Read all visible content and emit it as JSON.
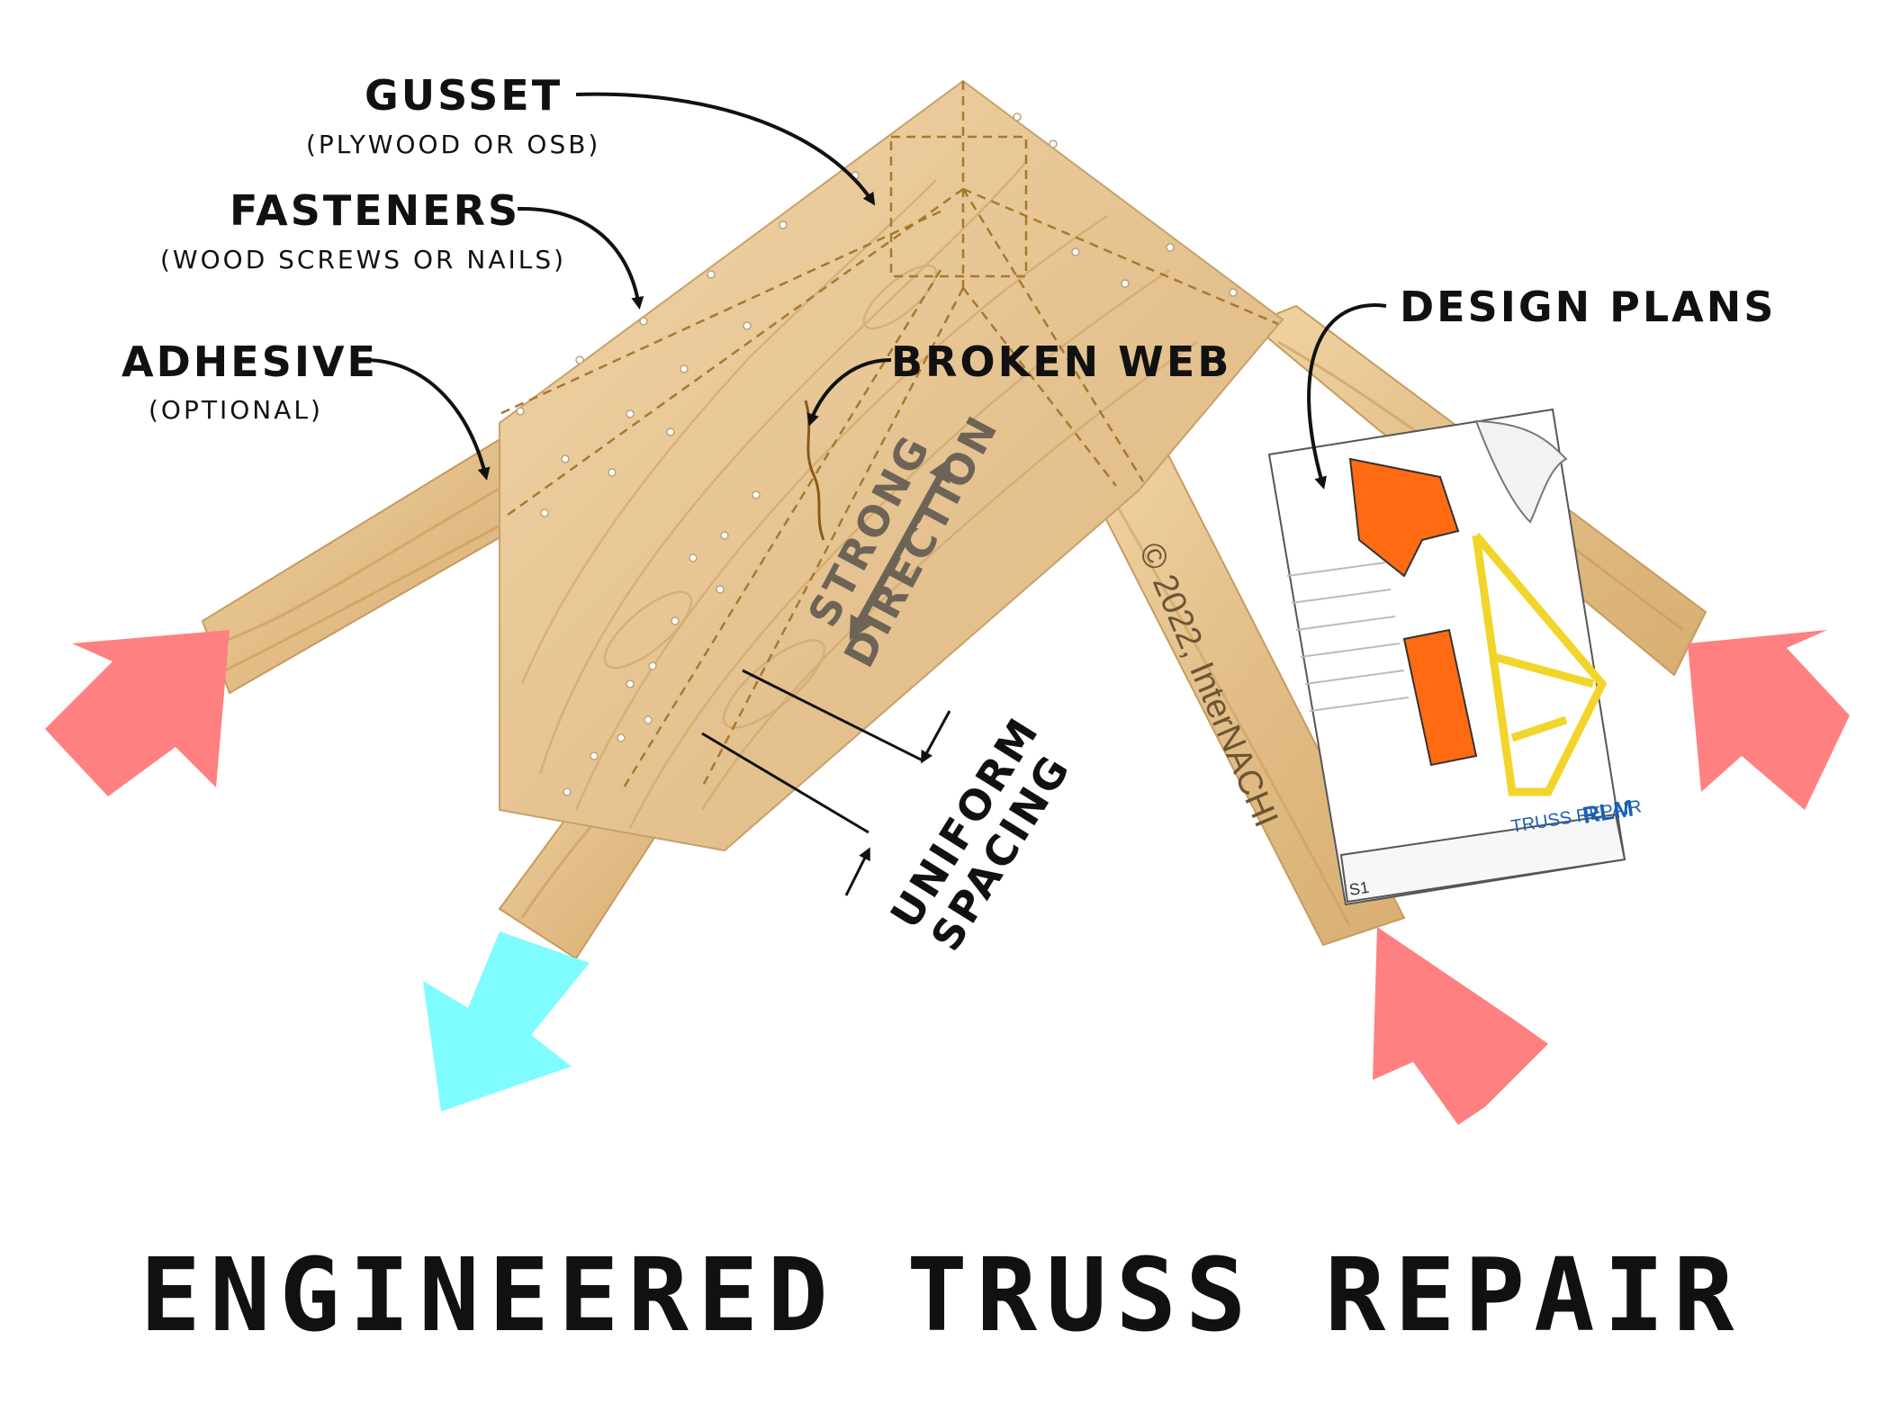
{
  "title": "ENGINEERED TRUSS REPAIR",
  "labels": {
    "gusset": "GUSSET",
    "gusset_sub": "(PLYWOOD OR OSB)",
    "fasteners": "FASTENERS",
    "fasteners_sub": "(WOOD SCREWS OR NAILS)",
    "adhesive": "ADHESIVE",
    "adhesive_sub": "(OPTIONAL)",
    "broken_web": "BROKEN WEB",
    "design_plans": "DESIGN PLANS",
    "strong": "STRONG",
    "direction": "DIRECTION",
    "uniform": "UNIFORM",
    "spacing": "SPACING"
  },
  "copyright": "© 2022, InterNACHI",
  "plan_sheet": {
    "title": "TRUSS REPAIR",
    "logo": "RLM",
    "sheet": "S1"
  },
  "colors": {
    "wood": "#e3c08a",
    "plywood": "#e8c896",
    "compression_arrow": "#ff8080",
    "tension_arrow": "#7ffcff",
    "gusset_orange": "#ff6a13",
    "truss_yellow": "#f2d52a"
  },
  "icons": [
    "compression-arrow-icon",
    "tension-arrow-icon",
    "design-plan-sheet-icon"
  ]
}
